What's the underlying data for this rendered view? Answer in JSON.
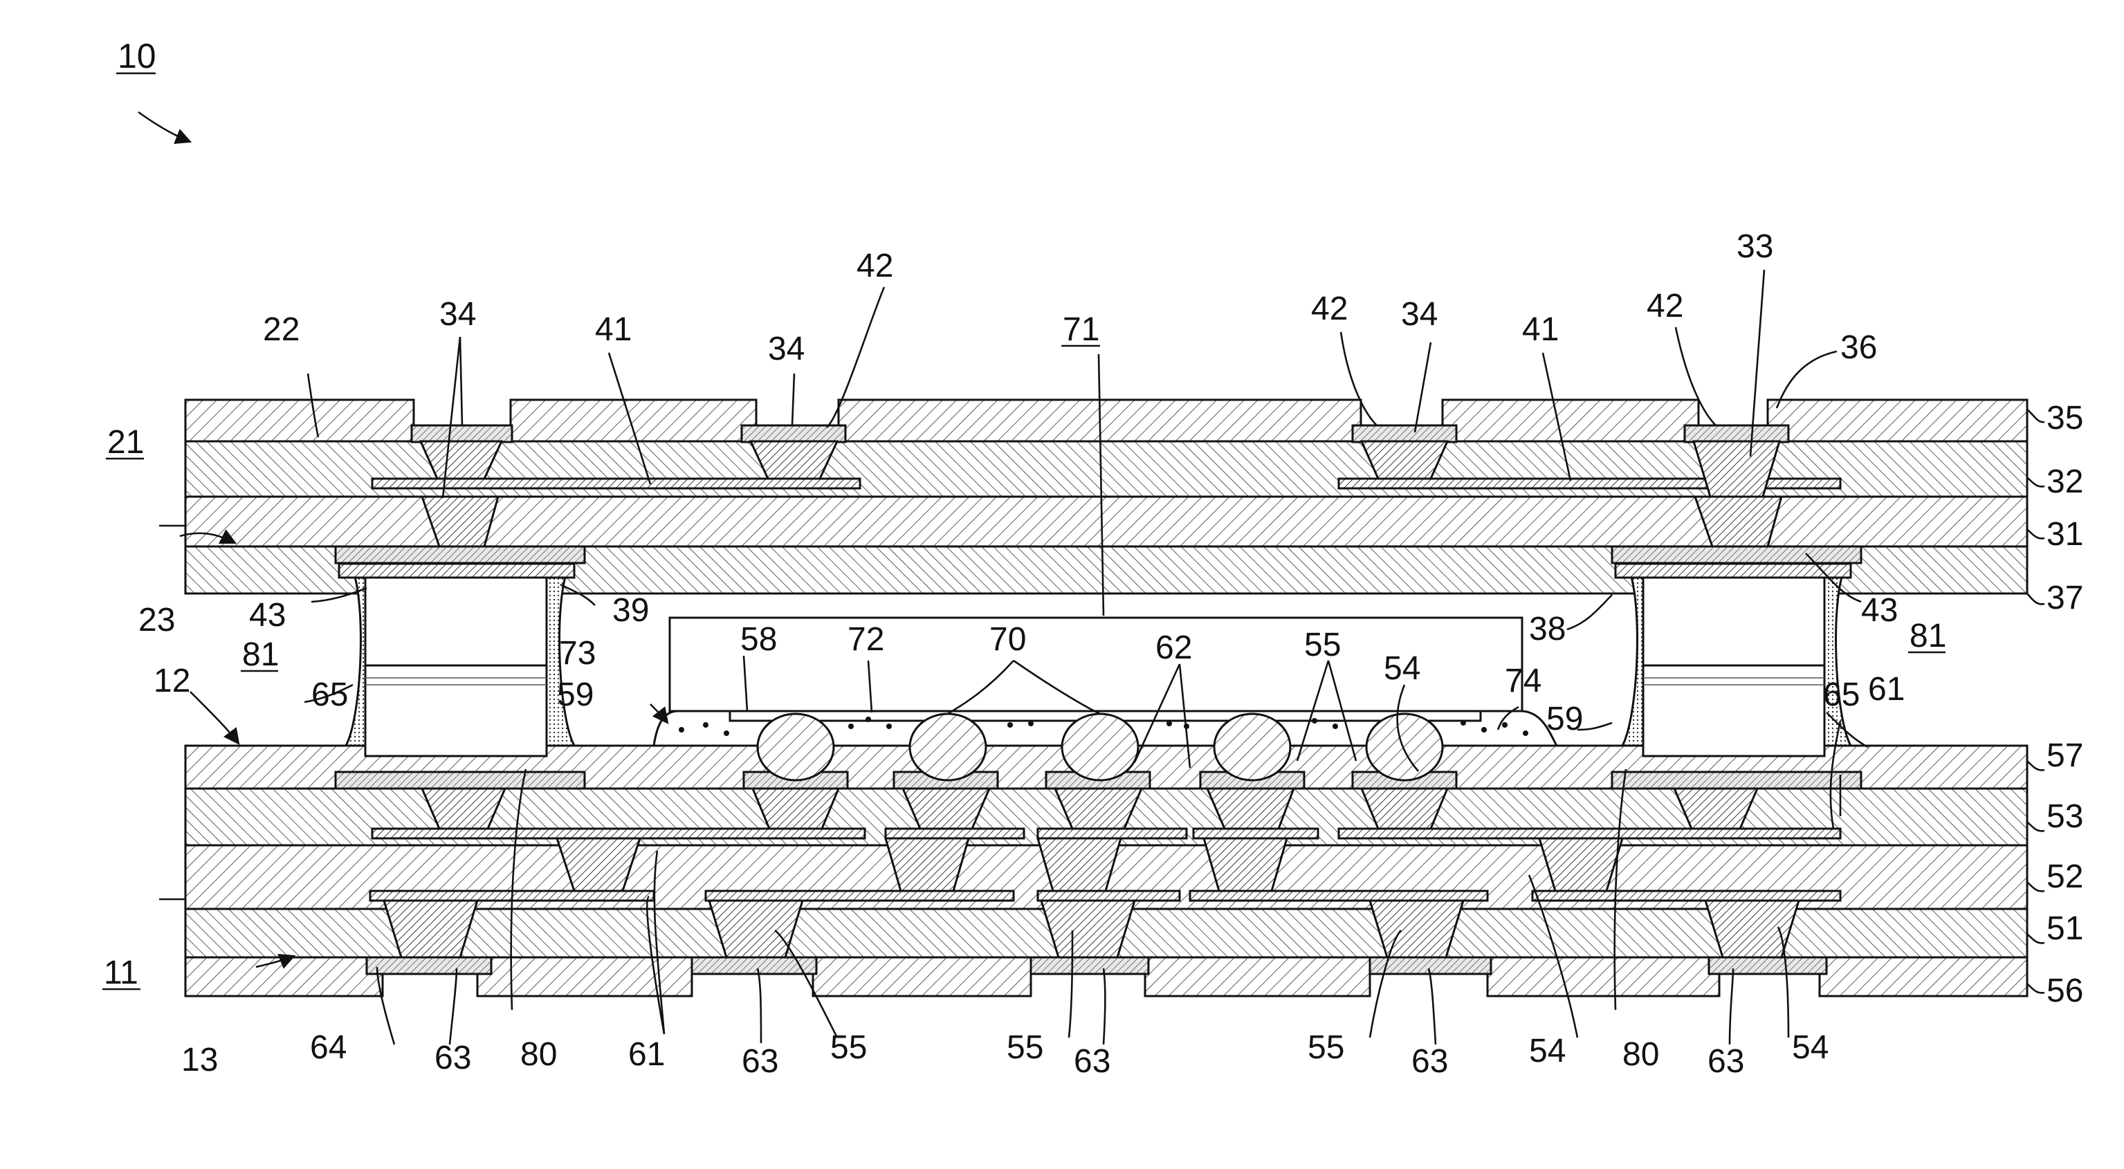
{
  "figure": {
    "ref_main": "10",
    "ref_71": "71",
    "ref_21": "21",
    "ref_11": "11",
    "ref_81_left": "81",
    "ref_81_right": "81"
  },
  "labels": {
    "l22": "22",
    "l34a": "34",
    "l41a": "41",
    "l34b": "34",
    "l42a": "42",
    "l42b": "42",
    "l34c": "34",
    "l41b": "41",
    "l42c": "42",
    "l33": "33",
    "l36": "36",
    "l35": "35",
    "l32": "32",
    "l31": "31",
    "l37": "37",
    "l23": "23",
    "l43a": "43",
    "l39": "39",
    "l73": "73",
    "l58": "58",
    "l72": "72",
    "l70": "70",
    "l62": "62",
    "l55a": "55",
    "l54a": "54",
    "l74": "74",
    "l38": "38",
    "l43b": "43",
    "l12": "12",
    "l65a": "65",
    "l59a": "59",
    "l59b": "59",
    "l65b": "65",
    "l61a": "61",
    "l57": "57",
    "l53": "53",
    "l52": "52",
    "l51": "51",
    "l56": "56",
    "l13": "13",
    "l64": "64",
    "l63a": "63",
    "l80a": "80",
    "l61b": "61",
    "l63b": "63",
    "l55b": "55",
    "l55c": "55",
    "l63c": "63",
    "l55d": "55",
    "l63d": "63",
    "l54b": "54",
    "l80b": "80",
    "l63e": "63",
    "l54c": "54"
  },
  "colors": {
    "ink": "#111111",
    "paper": "#ffffff"
  }
}
